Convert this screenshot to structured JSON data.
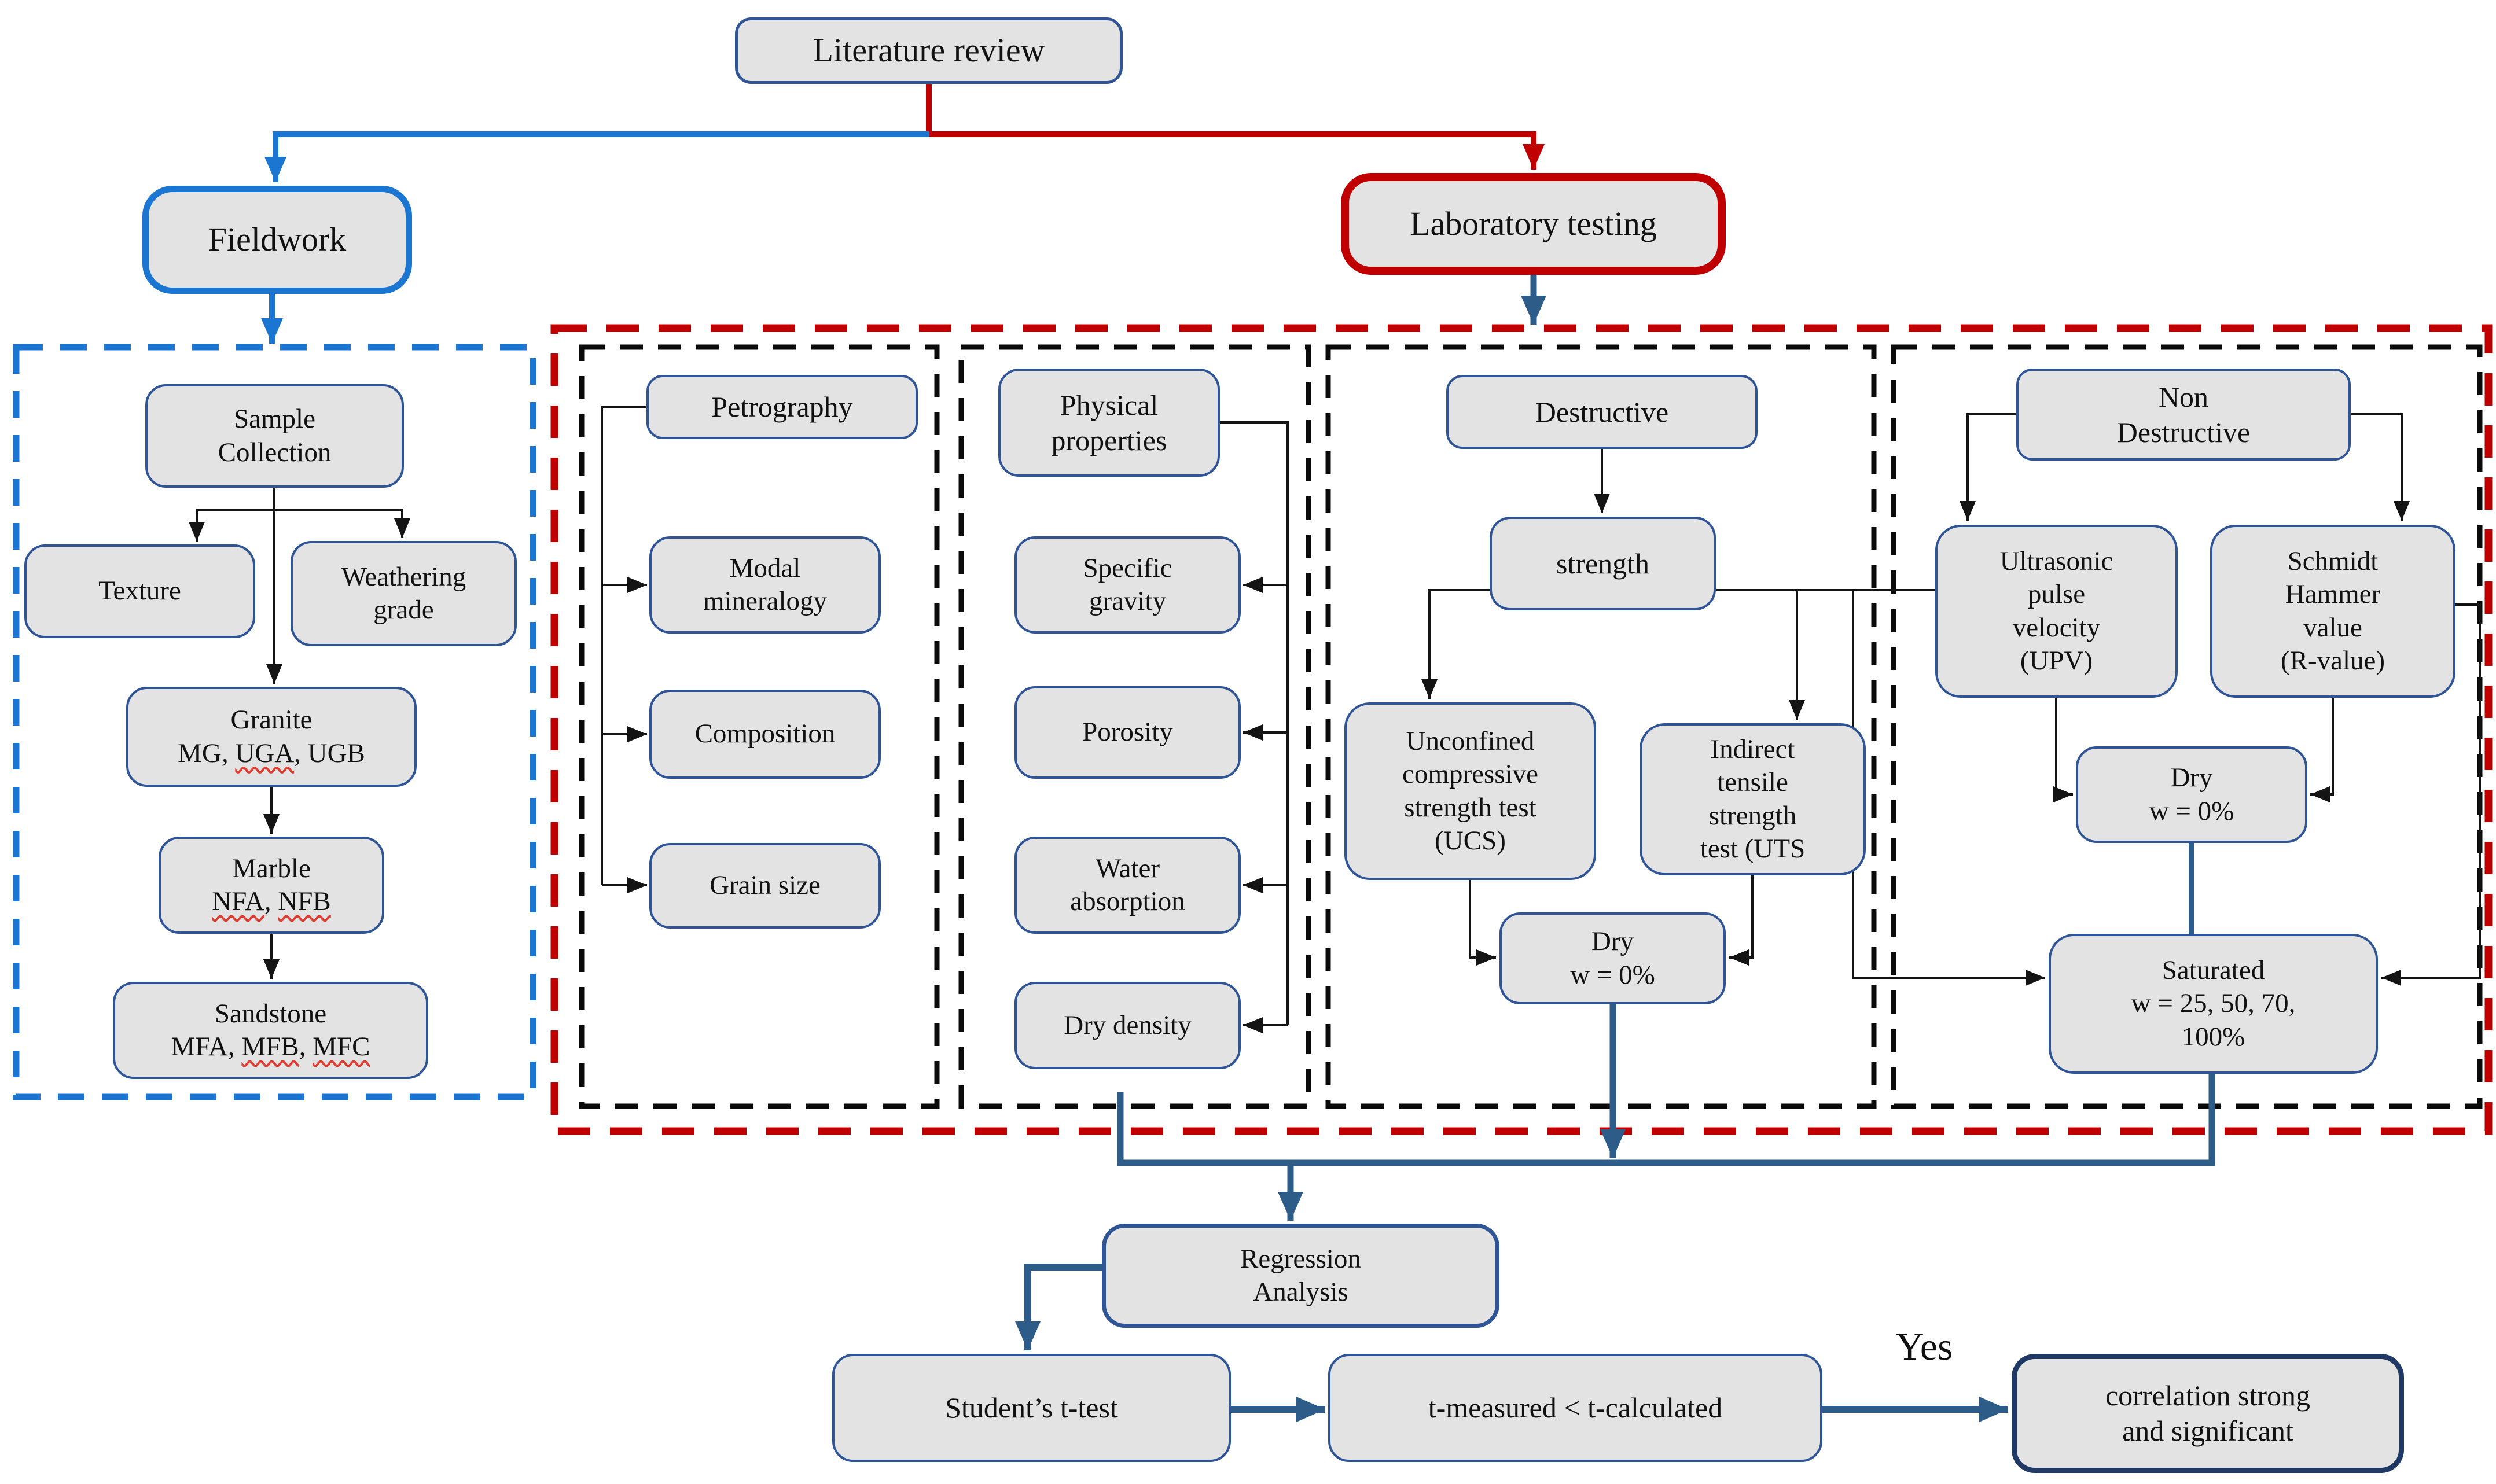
{
  "palette": {
    "node_fill": "#e4e3e3",
    "node_border": "#2f5597",
    "bright_blue": "#1b76d1",
    "red": "#c00000",
    "steel_blue": "#2e5c88",
    "black": "#111111",
    "squiggle_red": "#e03c31"
  },
  "nodes": {
    "literature": {
      "label": "Literature review"
    },
    "fieldwork": {
      "label": "Fieldwork"
    },
    "laboratory": {
      "label": "Laboratory testing"
    },
    "sample_collection": {
      "label": "Sample\nCollection"
    },
    "texture": {
      "label": "Texture"
    },
    "weathering": {
      "label": "Weathering\ngrade"
    },
    "granite": {
      "title": "Granite",
      "p1": "MG, ",
      "p2": "UGA",
      "p3": ", UGB"
    },
    "marble": {
      "title": "Marble",
      "p1": "NFA",
      "p2": ", ",
      "p3": "NFB"
    },
    "sandstone": {
      "title": "Sandstone",
      "p1": "MFA, ",
      "p2": "MFB",
      "p3": ", ",
      "p4": "MFC"
    },
    "petrography": {
      "label": "Petrography"
    },
    "modal_mineralogy": {
      "label": "Modal\nmineralogy"
    },
    "composition": {
      "label": "Composition"
    },
    "grain_size": {
      "label": "Grain size"
    },
    "physical_properties": {
      "label": "Physical\nproperties"
    },
    "specific_gravity": {
      "label": "Specific\ngravity"
    },
    "porosity": {
      "label": "Porosity"
    },
    "water_absorption": {
      "label": "Water\nabsorption"
    },
    "dry_density": {
      "label": "Dry density"
    },
    "destructive": {
      "label": "Destructive"
    },
    "strength": {
      "label": "strength"
    },
    "ucs": {
      "label": "Unconfined\ncompressive\nstrength test\n(UCS)"
    },
    "uts": {
      "label": "Indirect\ntensile\nstrength\ntest (UTS"
    },
    "dry_destructive": {
      "label": "Dry\nw = 0%"
    },
    "non_destructive": {
      "label": "Non\nDestructive"
    },
    "upv": {
      "label": "Ultrasonic\npulse\nvelocity\n(UPV)"
    },
    "schmidt": {
      "label": "Schmidt\nHammer\nvalue\n(R-value)"
    },
    "dry_nondestructive": {
      "label": "Dry\nw = 0%"
    },
    "saturated": {
      "label": "Saturated\nw = 25, 50, 70,\n100%"
    },
    "regression": {
      "label": "Regression\nAnalysis"
    },
    "student_t": {
      "label": "Student’s t-test"
    },
    "t_compare": {
      "label": "t-measured < t-calculated"
    },
    "correlation": {
      "label": "correlation strong\nand significant"
    }
  },
  "labels": {
    "yes": "Yes"
  }
}
